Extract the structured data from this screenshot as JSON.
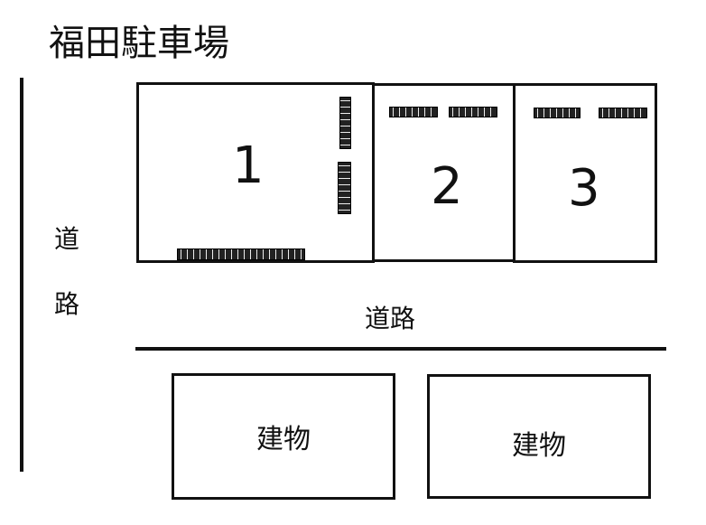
{
  "title": "福田駐車場",
  "roads": {
    "vertical": {
      "label_chars": [
        "道",
        "路"
      ]
    },
    "horizontal": {
      "label": "道路"
    }
  },
  "lots": [
    {
      "number": "1"
    },
    {
      "number": "2"
    },
    {
      "number": "3"
    }
  ],
  "buildings": [
    {
      "label": "建物"
    },
    {
      "label": "建物"
    }
  ],
  "colors": {
    "line": "#111111",
    "background": "#ffffff"
  }
}
